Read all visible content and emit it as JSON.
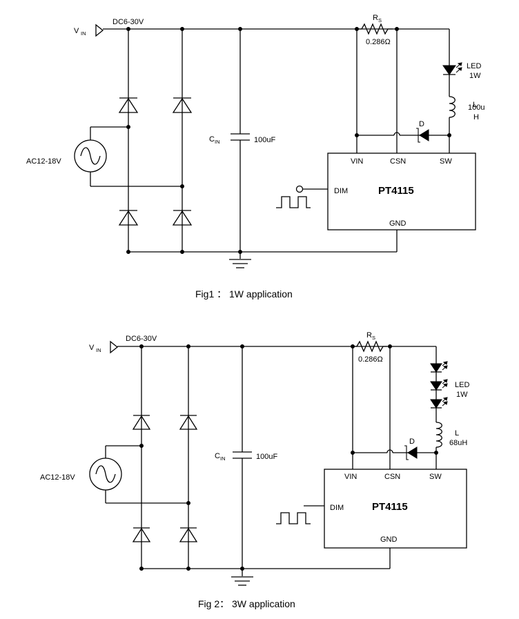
{
  "fig1": {
    "caption": "Fig1 ： 1W application",
    "vin_label": "V",
    "vin_sub": "IN",
    "supply_label": "DC6-30V",
    "ac_label": "AC12-18V",
    "cap_label": "C",
    "cap_sub": "IN",
    "cap_value": "100uF",
    "rs_label": "R",
    "rs_sub": "S",
    "rs_value": "0.286Ω",
    "led_label": "LED",
    "led_power": "1W",
    "inductor_label": "L",
    "inductor_value_1": "100u",
    "inductor_value_2": "H",
    "diode_label": "D",
    "chip_name": "PT4115",
    "pin_vin": "VIN",
    "pin_csn": "CSN",
    "pin_sw": "SW",
    "pin_dim": "DIM",
    "pin_gnd": "GND"
  },
  "fig2": {
    "caption": "Fig 2：  3W application",
    "vin_label": "V",
    "vin_sub": "IN",
    "supply_label": "DC6-30V",
    "ac_label": "AC12-18V",
    "cap_label": "C",
    "cap_sub": "IN",
    "cap_value": "100uF",
    "rs_label": "R",
    "rs_sub": "S",
    "rs_value": "0.286Ω",
    "led_label": "LED",
    "led_power": "1W",
    "inductor_label": "L",
    "inductor_value": "68uH",
    "diode_label": "D",
    "chip_name": "PT4115",
    "pin_vin": "VIN",
    "pin_csn": "CSN",
    "pin_sw": "SW",
    "pin_dim": "DIM",
    "pin_gnd": "GND"
  }
}
